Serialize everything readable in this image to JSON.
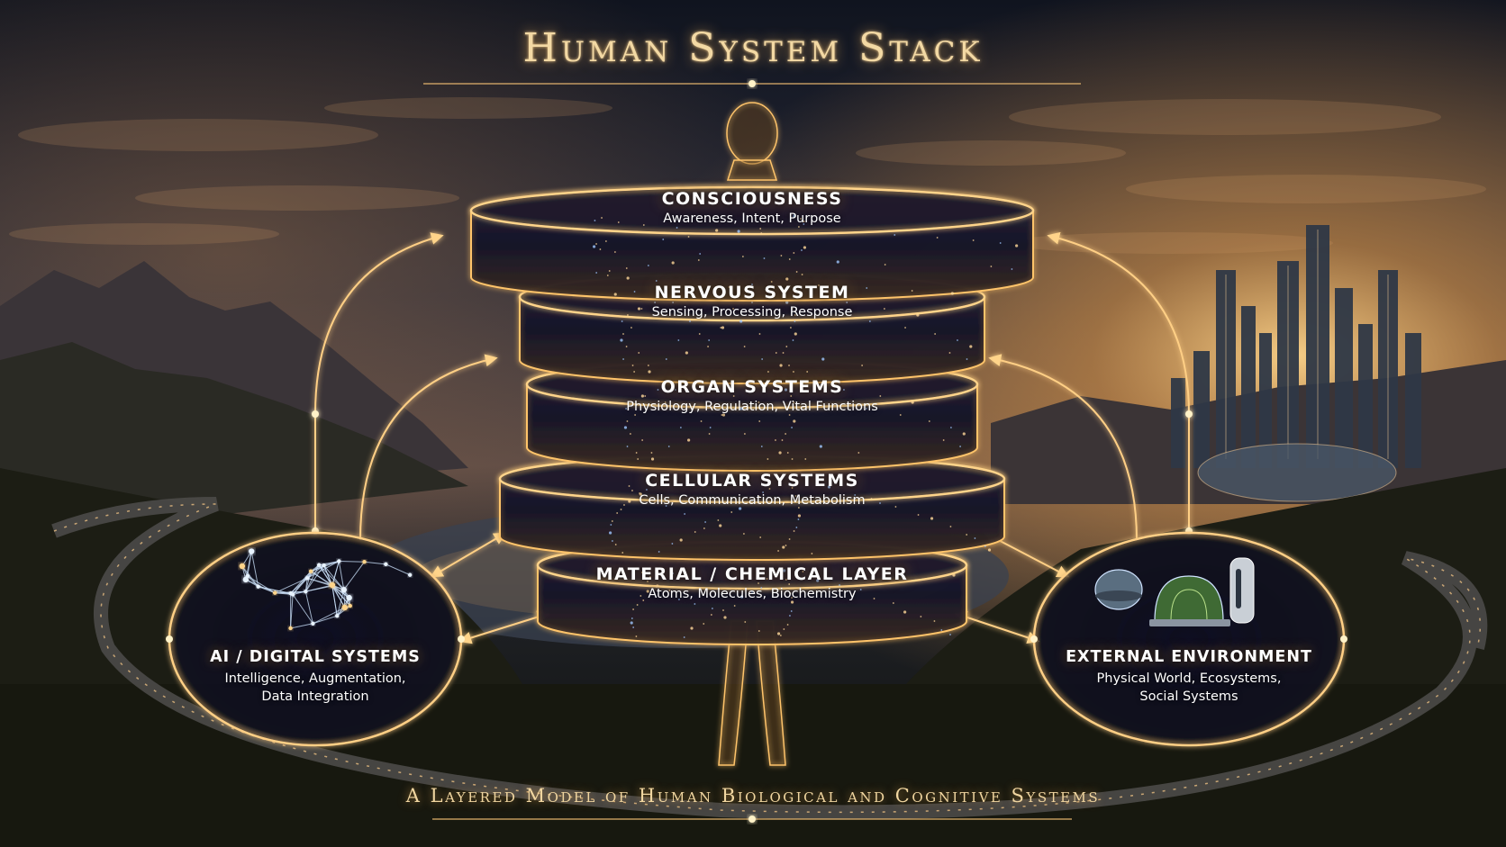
{
  "title": "Human System Stack",
  "subtitle": "A Layered Model of Human Biological and Cognitive Systems",
  "layers": [
    {
      "name": "CONSCIOUSNESS",
      "description": "Awareness, Intent, Purpose"
    },
    {
      "name": "NERVOUS SYSTEM",
      "description": "Sensing, Processing, Response"
    },
    {
      "name": "ORGAN SYSTEMS",
      "description": "Physiology, Regulation, Vital Functions"
    },
    {
      "name": "CELLULAR SYSTEMS",
      "description": "Cells, Communication, Metabolism"
    },
    {
      "name": "MATERIAL / CHEMICAL LAYER",
      "description": "Atoms, Molecules, Biochemistry"
    }
  ],
  "side_nodes": {
    "ai": {
      "name": "AI / DIGITAL SYSTEMS",
      "line1": "Intelligence, Augmentation,",
      "line2": "Data Integration",
      "icon": "neural-network-icon"
    },
    "environment": {
      "name": "EXTERNAL ENVIRONMENT",
      "line1": "Physical World, Ecosystems,",
      "line2": "Social Systems",
      "icon": "biodome-habitat-icon"
    }
  },
  "colors": {
    "accent": "#ffc46b",
    "glow": "#ffb347",
    "sky_dark": "#141a2c",
    "sky_warm": "#e89a45",
    "forest": "#1a1c12"
  }
}
